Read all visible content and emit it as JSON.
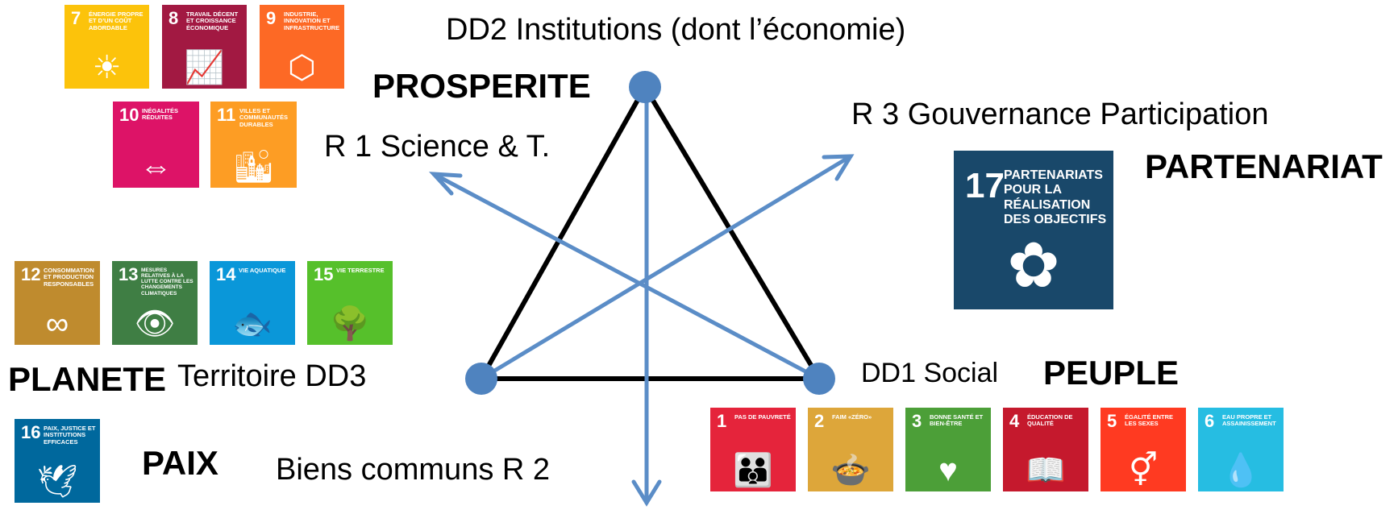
{
  "labels": {
    "dd2": "DD2 Institutions (dont l’économie)",
    "prosperite": "PROSPERITE",
    "r1": "R 1 Science & T.",
    "r3": "R 3  Gouvernance Participation",
    "partenariat": "PARTENARIAT",
    "planete": "PLANETE",
    "territoire": "Territoire DD3",
    "dd1": "DD1 Social",
    "peuple": "PEUPLE",
    "paix": "PAIX",
    "biens": "Biens  communs  R 2"
  },
  "colors": {
    "arrow": "#5b8dc7",
    "node": "#4f83bf",
    "triangle": "#000000"
  },
  "sdg_tiles": [
    {
      "num": "7",
      "text": "Énergie propre et d’un coût abordable",
      "icon": "sun-power-icon",
      "color": "#fcc30b"
    },
    {
      "num": "8",
      "text": "Travail décent et croissance économique",
      "icon": "growth-chart-icon",
      "color": "#a21942"
    },
    {
      "num": "9",
      "text": "Industrie, innovation et infrastructure",
      "icon": "cubes-icon",
      "color": "#fd6925"
    },
    {
      "num": "10",
      "text": "Inégalités réduites",
      "icon": "equality-icon",
      "color": "#dd1367"
    },
    {
      "num": "11",
      "text": "Villes et communautés durables",
      "icon": "city-icon",
      "color": "#fd9d24"
    },
    {
      "num": "12",
      "text": "Consommation et production responsables",
      "icon": "infinity-icon",
      "color": "#bf8b2e"
    },
    {
      "num": "13",
      "text": "Mesures relatives à la lutte contre les changements climatiques",
      "icon": "eye-globe-icon",
      "color": "#3f7e44"
    },
    {
      "num": "14",
      "text": "Vie aquatique",
      "icon": "fish-icon",
      "color": "#0a97d9"
    },
    {
      "num": "15",
      "text": "Vie terrestre",
      "icon": "tree-bird-icon",
      "color": "#56c02b"
    },
    {
      "num": "16",
      "text": "Paix, justice et institutions efficaces",
      "icon": "dove-gavel-icon",
      "color": "#00689d"
    },
    {
      "num": "17",
      "text": "Partenariats pour la réalisation des objectifs",
      "icon": "flower-rings-icon",
      "color": "#19486a"
    },
    {
      "num": "1",
      "text": "Pas de pauvreté",
      "icon": "family-icon",
      "color": "#e5243b"
    },
    {
      "num": "2",
      "text": "Faim «zéro»",
      "icon": "bowl-icon",
      "color": "#dda63a"
    },
    {
      "num": "3",
      "text": "Bonne santé et bien-être",
      "icon": "heartbeat-icon",
      "color": "#4c9f38"
    },
    {
      "num": "4",
      "text": "Éducation de qualité",
      "icon": "book-pencil-icon",
      "color": "#c5192d"
    },
    {
      "num": "5",
      "text": "Égalité entre les sexes",
      "icon": "gender-equality-icon",
      "color": "#ff3a21"
    },
    {
      "num": "6",
      "text": "Eau propre et assainissement",
      "icon": "water-drop-icon",
      "color": "#26bde2"
    }
  ]
}
